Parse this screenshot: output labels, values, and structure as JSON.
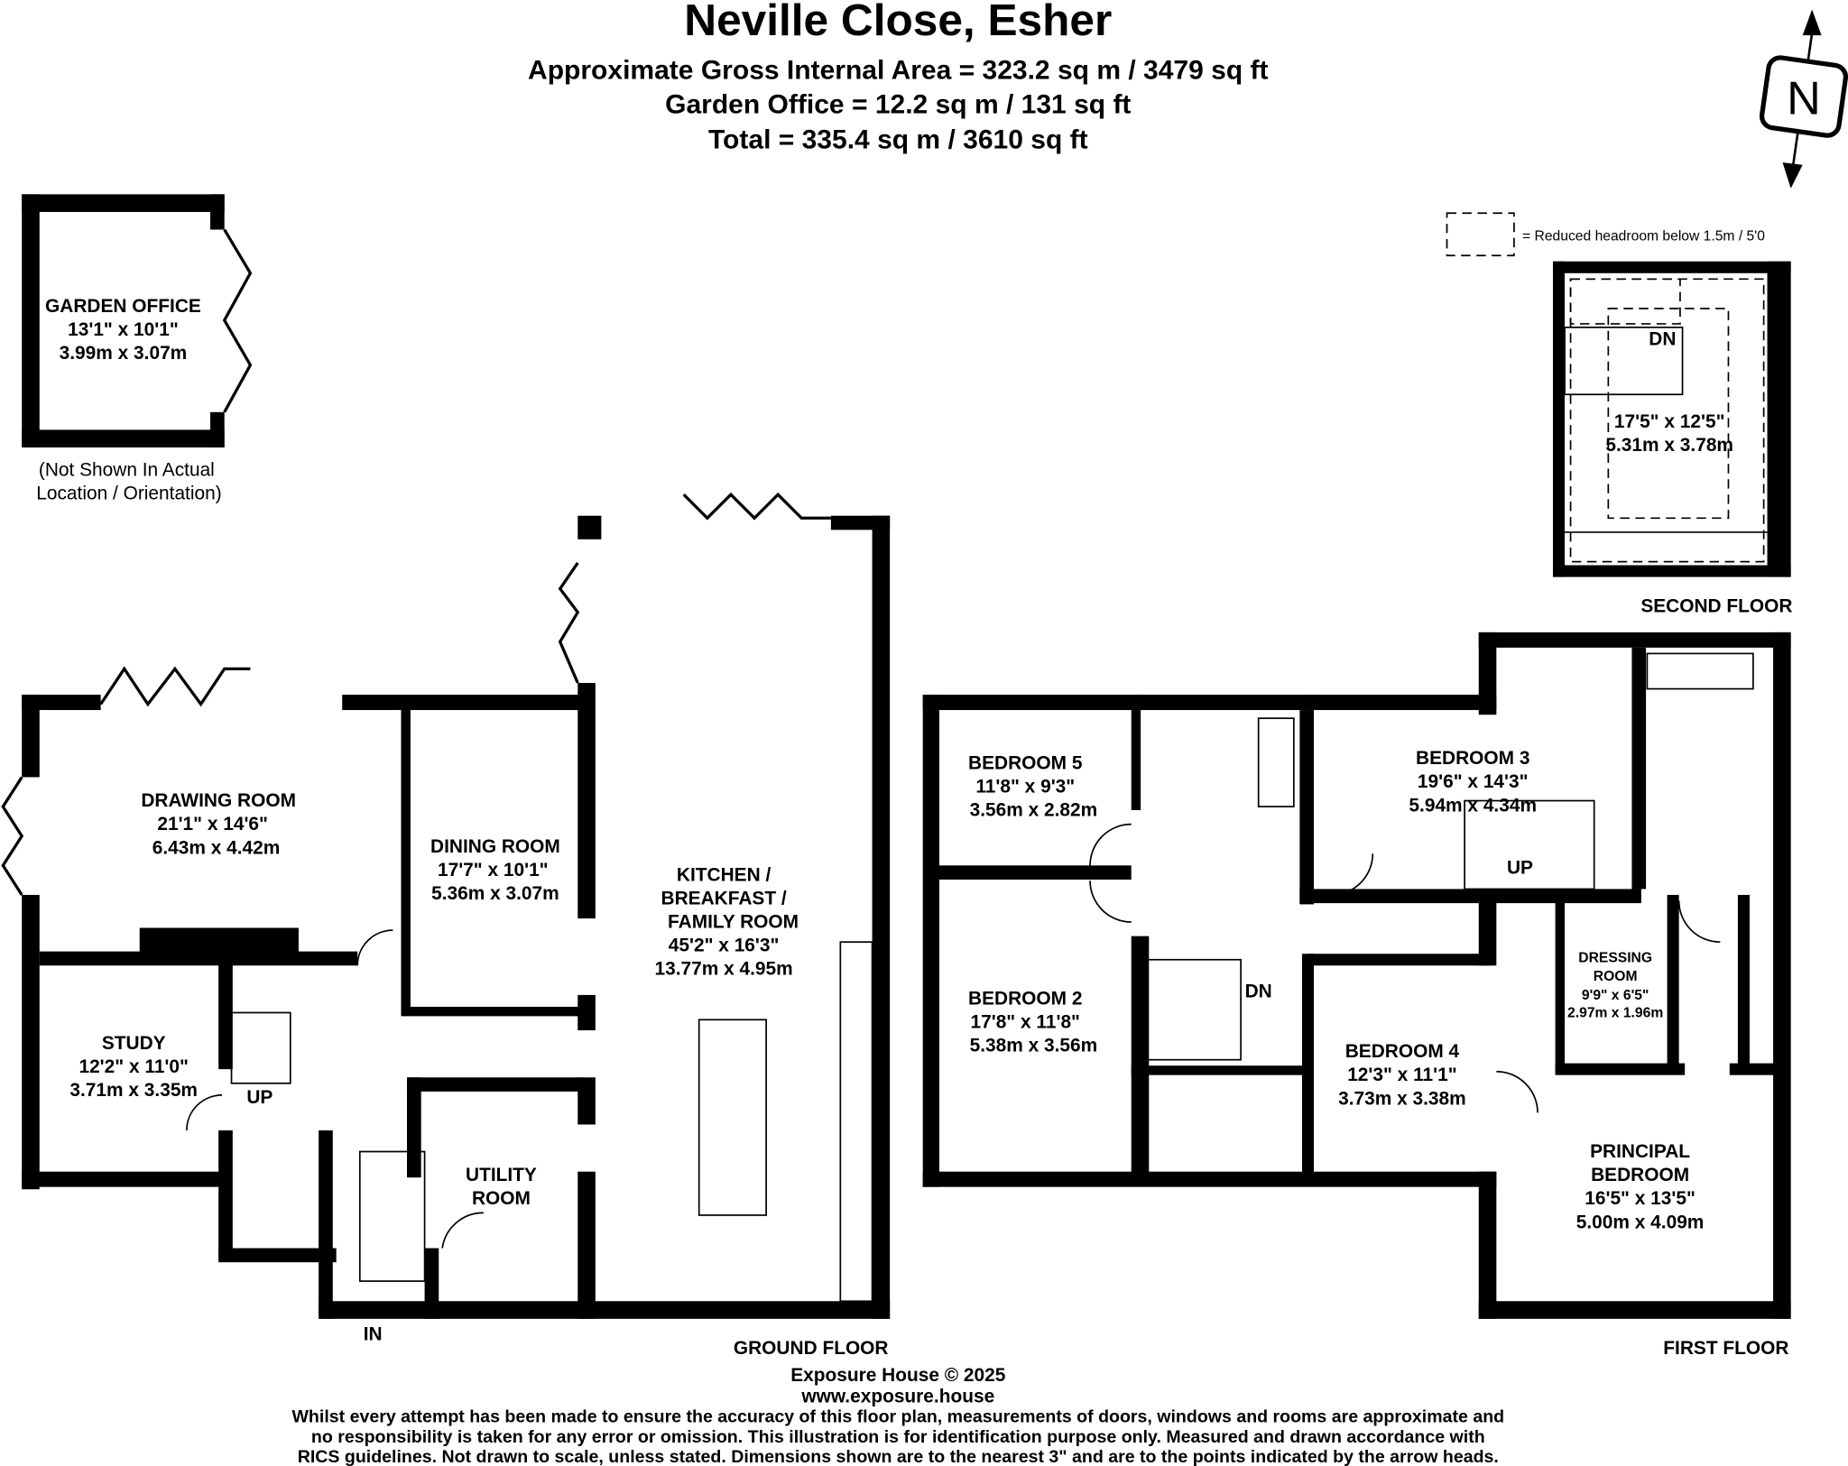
{
  "header": {
    "title": "Neville Close, Esher",
    "gross_area": "Approximate Gross Internal Area = 323.2 sq m / 3479 sq ft",
    "garden_office_area": "Garden Office = 12.2 sq m / 131 sq ft",
    "total": "Total = 335.4 sq m / 3610 sq ft"
  },
  "compass": {
    "label": "N",
    "icon": "north-arrow-icon"
  },
  "legend": {
    "text": "= Reduced headroom below 1.5m / 5'0"
  },
  "garden_office": {
    "name": "GARDEN OFFICE",
    "imperial": "13'1\" x 10'1\"",
    "metric": "3.99m x 3.07m",
    "note_line1": "(Not Shown In Actual",
    "note_line2": "Location / Orientation)"
  },
  "ground_floor": {
    "label": "GROUND FLOOR",
    "rooms": {
      "drawing": {
        "name": "DRAWING ROOM",
        "imperial": "21'1\" x 14'6\"",
        "metric": "6.43m x 4.42m"
      },
      "dining": {
        "name": "DINING ROOM",
        "imperial": "17'7\" x 10'1\"",
        "metric": "5.36m x 3.07m"
      },
      "kitchen": {
        "name1": "KITCHEN /",
        "name2": "BREAKFAST /",
        "name3": "FAMILY ROOM",
        "imperial": "45'2\" x 16'3\"",
        "metric": "13.77m x 4.95m"
      },
      "study": {
        "name": "STUDY",
        "imperial": "12'2\" x 11'0\"",
        "metric": "3.71m x 3.35m"
      },
      "utility": {
        "name1": "UTILITY",
        "name2": "ROOM"
      }
    },
    "up": "UP",
    "in": "IN"
  },
  "first_floor": {
    "label": "FIRST FLOOR",
    "rooms": {
      "bed5": {
        "name": "BEDROOM 5",
        "imperial": "11'8\" x 9'3\"",
        "metric": "3.56m x 2.82m"
      },
      "bed3": {
        "name": "BEDROOM 3",
        "imperial": "19'6\" x 14'3\"",
        "metric": "5.94m x 4.34m"
      },
      "bed2": {
        "name": "BEDROOM 2",
        "imperial": "17'8\" x 11'8\"",
        "metric": "5.38m x 3.56m"
      },
      "bed4": {
        "name": "BEDROOM 4",
        "imperial": "12'3\" x 11'1\"",
        "metric": "3.73m x 3.38m"
      },
      "dressing": {
        "name1": "DRESSING",
        "name2": "ROOM",
        "imperial": "9'9\" x 6'5\"",
        "metric": "2.97m x 1.96m"
      },
      "principal": {
        "name1": "PRINCIPAL",
        "name2": "BEDROOM",
        "imperial": "16'5\" x 13'5\"",
        "metric": "5.00m x 4.09m"
      }
    },
    "up": "UP",
    "dn": "DN"
  },
  "second_floor": {
    "label": "SECOND FLOOR",
    "room": {
      "imperial": "17'5\" x 12'5\"",
      "metric": "5.31m x 3.78m"
    },
    "dn": "DN"
  },
  "footer": {
    "company": "Exposure House © 2025",
    "website": "www.exposure.house",
    "disclaimer1": "Whilst every attempt has been made to ensure the accuracy of this floor plan, measurements of doors, windows and rooms are approximate and",
    "disclaimer2": "no responsibility is taken for any error or omission. This illustration is for identification purpose only. Measured and drawn accordance with",
    "disclaimer3": "RICS guidelines. Not drawn to scale, unless stated. Dimensions shown are to the nearest 3\" and are to the points indicated by the arrow heads."
  }
}
